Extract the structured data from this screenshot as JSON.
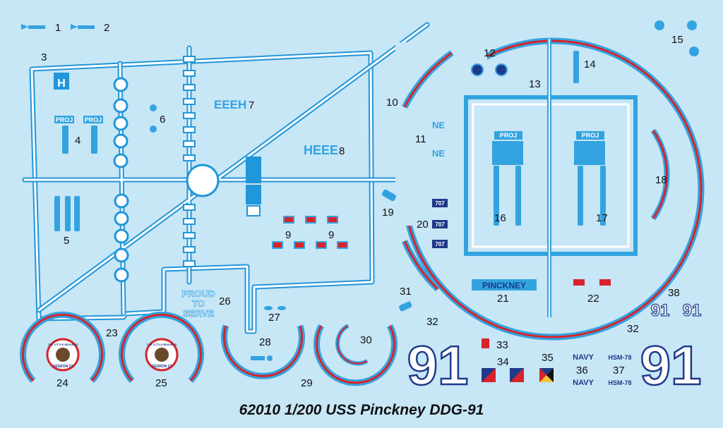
{
  "caption": "62010 1/200  USS Pinckney DDG-91",
  "numbers": {
    "n1": "1",
    "n2": "2",
    "n3": "3",
    "n4": "4",
    "n5": "5",
    "n6": "6",
    "n7": "7",
    "n8": "8",
    "n9a": "9",
    "n9b": "9",
    "n10": "10",
    "n11": "11",
    "n12": "12",
    "n13": "13",
    "n14": "14",
    "n15": "15",
    "n16": "16",
    "n17": "17",
    "n18": "18",
    "n19": "19",
    "n20": "20",
    "n21": "21",
    "n22": "22",
    "n23": "23",
    "n24": "24",
    "n25": "25",
    "n26": "26",
    "n27": "27",
    "n28": "28",
    "n29": "29",
    "n30": "30",
    "n31": "31",
    "n32a": "32",
    "n32b": "32",
    "n33": "33",
    "n34": "34",
    "n35": "35",
    "n36": "36",
    "n37": "37",
    "n38": "38"
  },
  "decals": {
    "proud": "PROUD",
    "to": "TO",
    "serve": "SERVE",
    "pinckney": "PINCKNEY",
    "hull_big_left": "91",
    "hull_big_right": "91",
    "hull_small_a": "91",
    "hull_small_b": "91",
    "navy_a": "NAVY",
    "navy_b": "NAVY",
    "hsm_a": "HSM-78",
    "hsm_b": "HSM-78",
    "code707a": "707",
    "code707b": "707",
    "code707c": "707",
    "proj_a": "PROJ",
    "proj_b": "PROJ",
    "proj_c": "PROJ",
    "proj_d": "PROJ",
    "letters7": "EEEH",
    "letters8": "HEEE",
    "ne_a": "NE",
    "ne_b": "NE",
    "crest_top_a": "THE LITTLE BEAVERS",
    "crest_bot_a": "DESRON 23",
    "crest_top_b": "THE LITTLE BEAVERS",
    "crest_bot_b": "DESRON 23"
  },
  "colors": {
    "background": "#c7e6f6",
    "sprue": "#2196d9",
    "sprue_fill": "#ffffff",
    "decal_blue": "#33a3df",
    "decal_red": "#d8232a",
    "crest_navy": "#1f3a8a",
    "ink": "#111111"
  }
}
